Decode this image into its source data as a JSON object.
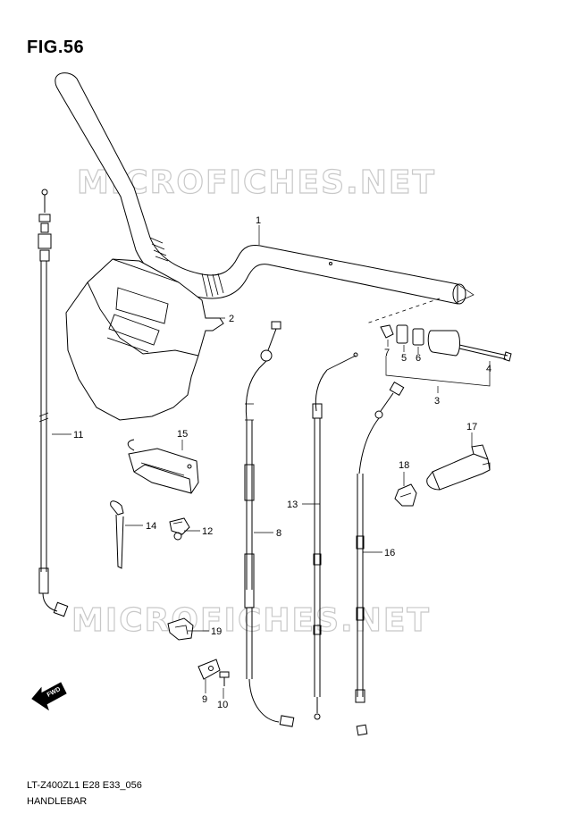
{
  "figure": {
    "title": "FIG.56"
  },
  "watermark": {
    "text": "MICROFICHES.NET"
  },
  "footer": {
    "code": "LT-Z400ZL1 E28 E33_056",
    "name": "HANDLEBAR"
  },
  "direction_arrow": {
    "text": "FWD"
  },
  "callouts": [
    {
      "id": "1",
      "label": "1"
    },
    {
      "id": "2",
      "label": "2"
    },
    {
      "id": "3",
      "label": "3"
    },
    {
      "id": "4",
      "label": "4"
    },
    {
      "id": "5",
      "label": "5"
    },
    {
      "id": "6",
      "label": "6"
    },
    {
      "id": "7",
      "label": "7"
    },
    {
      "id": "8",
      "label": "8"
    },
    {
      "id": "9",
      "label": "9"
    },
    {
      "id": "10",
      "label": "10"
    },
    {
      "id": "11",
      "label": "11"
    },
    {
      "id": "12",
      "label": "12"
    },
    {
      "id": "13",
      "label": "13"
    },
    {
      "id": "14",
      "label": "14"
    },
    {
      "id": "15",
      "label": "15"
    },
    {
      "id": "16",
      "label": "16"
    },
    {
      "id": "17",
      "label": "17"
    },
    {
      "id": "18",
      "label": "18"
    },
    {
      "id": "19",
      "label": "19"
    }
  ]
}
